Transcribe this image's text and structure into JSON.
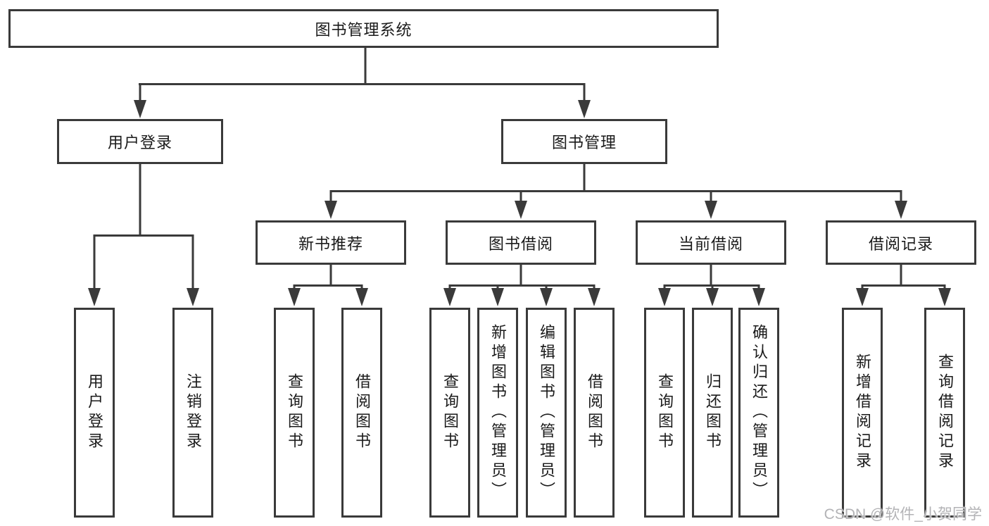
{
  "tree": {
    "root": {
      "label": "图书管理系统"
    },
    "children": [
      {
        "label": "用户登录",
        "leaves": [
          {
            "label": "用户登录"
          },
          {
            "label": "注销登录"
          }
        ]
      },
      {
        "label": "图书管理",
        "groups": [
          {
            "label": "新书推荐",
            "leaves": [
              {
                "label": "查询图书"
              },
              {
                "label": "借阅图书"
              }
            ]
          },
          {
            "label": "图书借阅",
            "leaves": [
              {
                "label": "查询图书"
              },
              {
                "label": "新增图书（管理员）"
              },
              {
                "label": "编辑图书（管理员）"
              },
              {
                "label": "借阅图书"
              }
            ]
          },
          {
            "label": "当前借阅",
            "leaves": [
              {
                "label": "查询图书"
              },
              {
                "label": "归还图书"
              },
              {
                "label": "确认归还（管理员）"
              }
            ]
          },
          {
            "label": "借阅记录",
            "leaves": [
              {
                "label": "新增借阅记录"
              },
              {
                "label": "查询借阅记录"
              }
            ]
          }
        ]
      }
    ]
  },
  "watermark": {
    "text": "CSDN @软件_小贺同学"
  },
  "colors": {
    "line": "#3a3a3a",
    "text": "#1a1a1a",
    "watermark": "#b3b3b6",
    "background": "#ffffff"
  }
}
